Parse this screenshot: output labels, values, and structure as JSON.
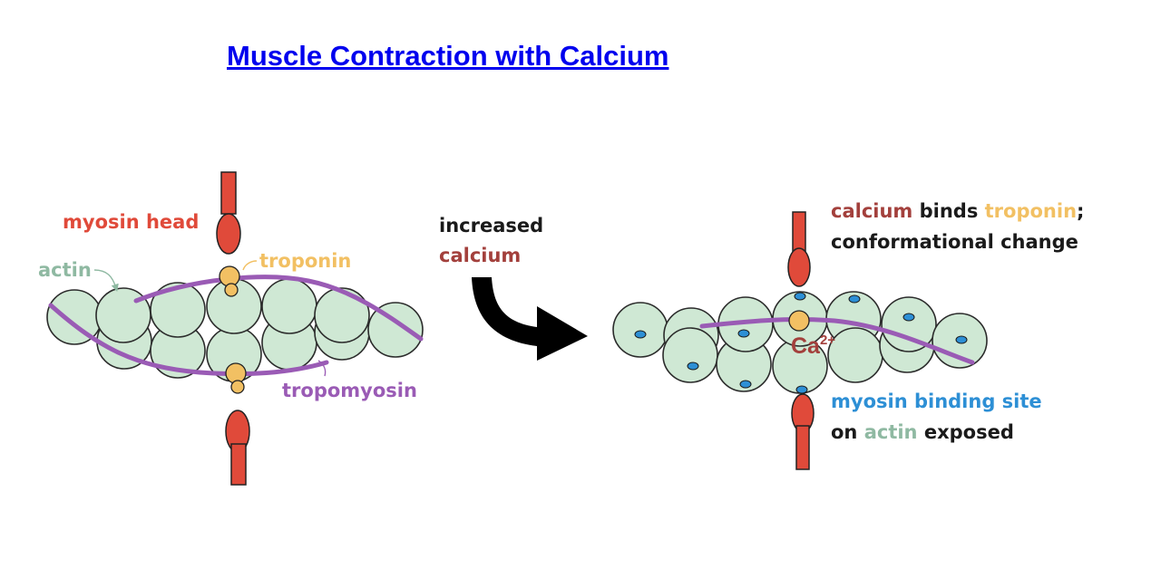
{
  "title": "Muscle Contraction with Calcium",
  "colors": {
    "myosin": "#e04a3a",
    "actin_fill": "#cfe8d4",
    "actin_label": "#8fb9a2",
    "troponin": "#f2c063",
    "tropomyosin": "#9a5bb5",
    "binding_site": "#2d8fd5",
    "calcium": "#a3403c",
    "text_dark": "#1a1a1a"
  },
  "left": {
    "myosin_head": "myosin head",
    "actin": "actin",
    "troponin": "troponin",
    "tropomyosin": "tropomyosin"
  },
  "arrow": {
    "line1": "increased",
    "line2": "calcium"
  },
  "right": {
    "top1_calcium": "calcium",
    "top1_binds": " binds ",
    "top1_troponin": "troponin",
    "top1_semicolon": ";",
    "top2": "conformational change",
    "ion": "Ca",
    "ion_charge": "2+",
    "bottom1": "myosin binding site",
    "bottom2_on": "on ",
    "bottom2_actin": "actin",
    "bottom2_exposed": " exposed"
  }
}
